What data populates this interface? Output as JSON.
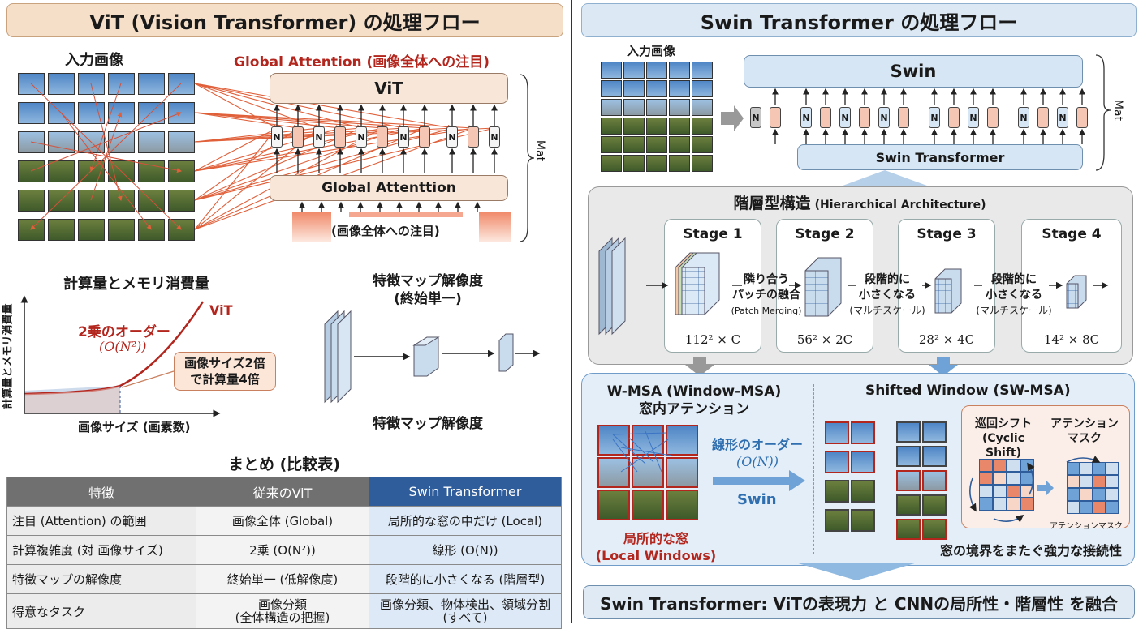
{
  "left": {
    "title": "ViT (Vision Transformer) の処理フロー",
    "input_label": "入力画像",
    "global_attention_label": "Global Attention (画像全体への注目)",
    "vit_box": "ViT",
    "global_attn_box": "Global Attenttion",
    "bottom_note": "(画像全体への注目)",
    "side_label": "Mat",
    "token_label": "N",
    "compute_title": "計算量とメモリ消費量",
    "curve_label": "ViT",
    "order_label": "2乗のオーダー",
    "order_formula": "(O(N²))",
    "y_axis": "計算量とメモリ消費量",
    "x_axis": "画像サイズ (画素数)",
    "bubble_line1": "画像サイズ2倍",
    "bubble_line2": "で計算量4倍",
    "featmap_title_1": "特徴マップ解像度",
    "featmap_title_2": "(終始単一)",
    "featmap_bottom": "特徴マップ解像度"
  },
  "summary": {
    "title": "まとめ (比較表)",
    "headers": [
      "特徴",
      "従来のViT",
      "Swin Transformer"
    ],
    "rows": [
      [
        "注目 (Attention) の範囲",
        "画像全体 (Global)",
        "局所的な窓の中だけ (Local)"
      ],
      [
        "計算複雑度 (対 画像サイズ)",
        "2乗 (O(N²))",
        "線形 (O(N))"
      ],
      [
        "特徴マップの解像度",
        "終始単一 (低解像度)",
        "段階的に小さくなる (階層型)"
      ],
      [
        "得意なタスク",
        "画像分類\n(全体構造の把握)",
        "画像分類、物体検出、領域分割\n(すべて)"
      ]
    ]
  },
  "right": {
    "title": "Swin Transformer の処理フロー",
    "input_label": "入力画像",
    "swin_box": "Swin",
    "swin_transformer_box": "Swin Transformer",
    "side_label": "Mat",
    "token_label": "N",
    "hier_title": "階層型構造",
    "hier_sub": "(Hierarchical Architecture)",
    "stages": [
      {
        "title": "Stage 1",
        "foot": "112² × C"
      },
      {
        "title": "Stage 2",
        "foot": "56² × 2C"
      },
      {
        "title": "Stage 3",
        "foot": "28² × 4C"
      },
      {
        "title": "Stage 4",
        "foot": "14² × 8C"
      }
    ],
    "merge_1": "隣り合う",
    "merge_2": "パッチの融合",
    "merge_3": "(Patch Merging)",
    "down_1": "段階的に",
    "down_2": "小さくなる",
    "down_3": "(マルチスケール)",
    "wmsa_title": "W-MSA (Window-MSA)",
    "wmsa_sub": "窓内アテンション",
    "linear_label": "線形のオーダー",
    "linear_formula": "(O(N))",
    "swin_arrow": "Swin",
    "local_1": "局所的な窓",
    "local_2": "(Local Windows)",
    "shifted_title": "Shifted Window (SW-MSA)",
    "cyclic_1": "巡回シフト",
    "cyclic_2": "(Cyclic Shift)",
    "mask_1": "アテンション",
    "mask_2": "マスク",
    "mask_small": "アテンションマスク",
    "boundary": "窓の境界をまたぐ強力な接続性",
    "conclusion": "Swin Transformer: ViTの表現力 と CNNの局所性・階層性 を融合"
  },
  "colors": {
    "vit_red": "#b3261e",
    "swin_blue": "#2f6fb0",
    "arrow_orange": "#e0603a"
  }
}
